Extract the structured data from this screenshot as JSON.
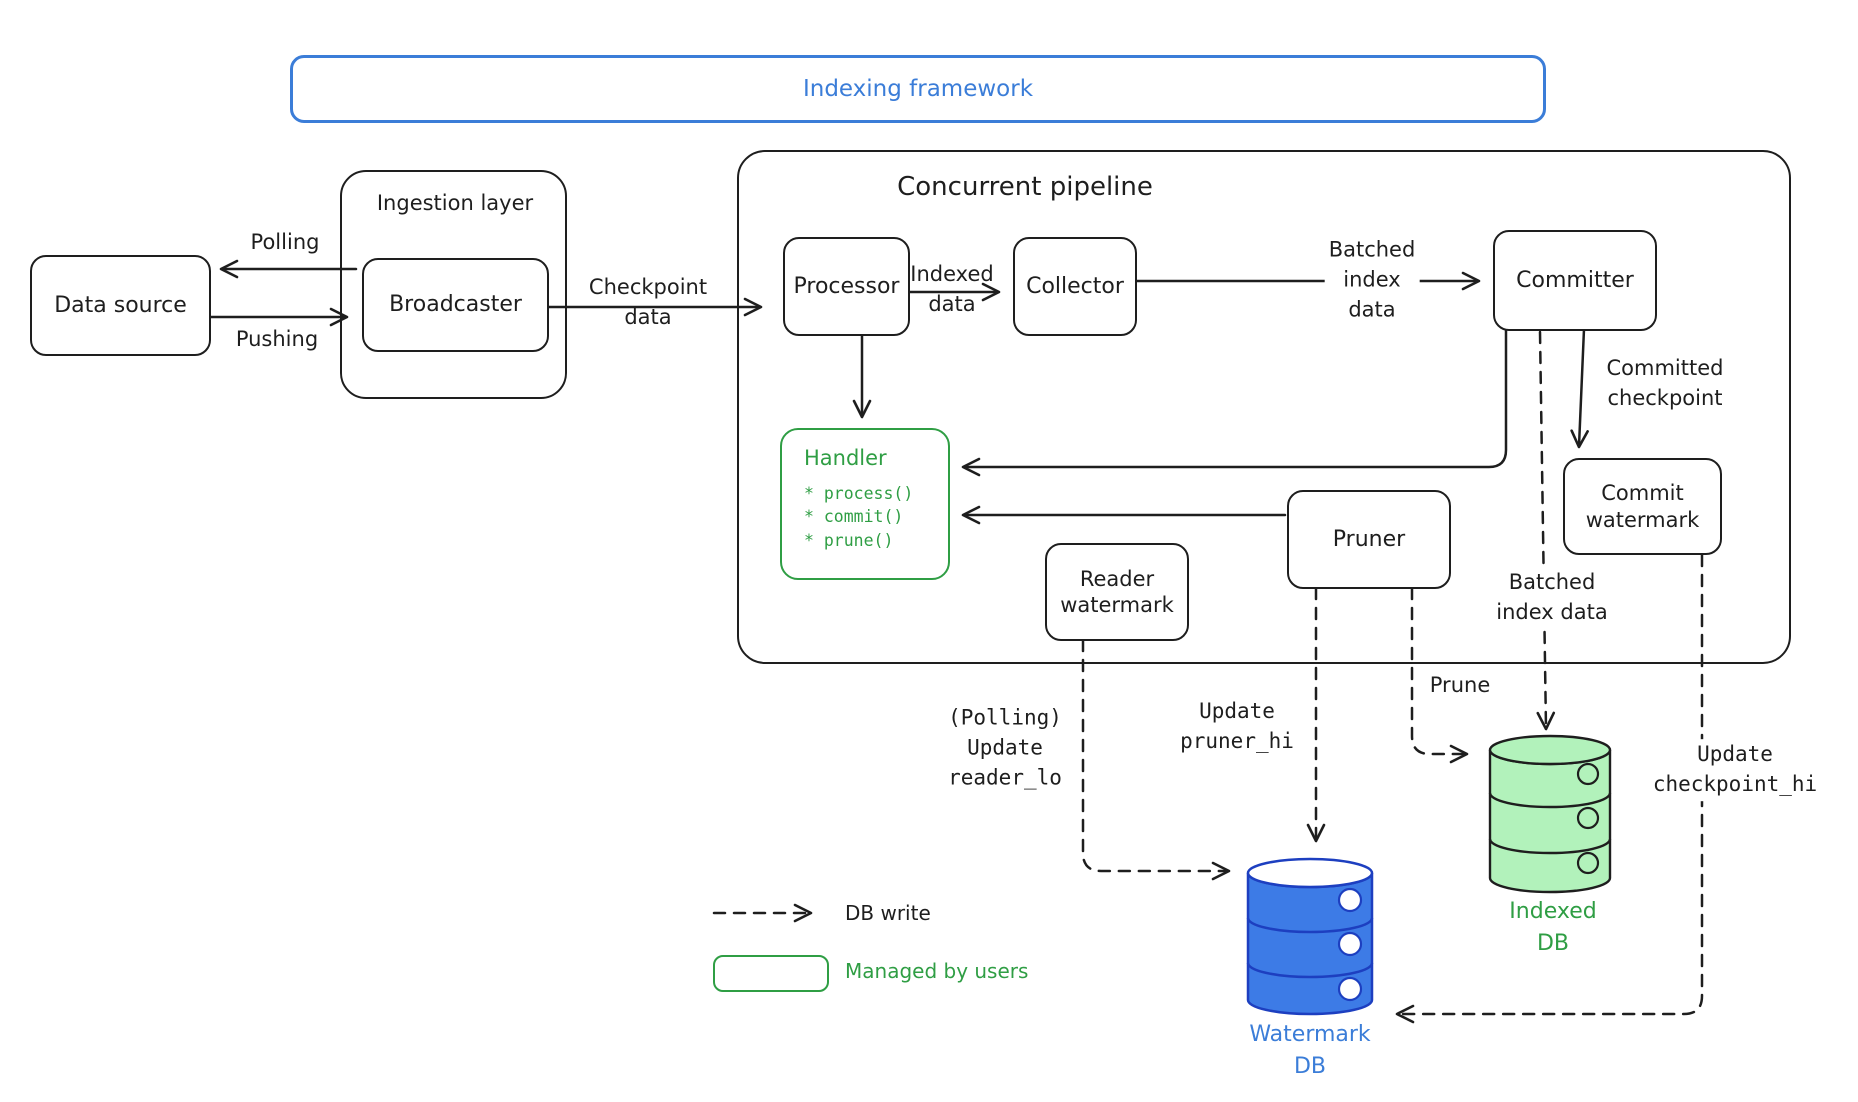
{
  "banner": {
    "title": "Indexing framework"
  },
  "nodes": {
    "data_source": {
      "label": "Data source"
    },
    "ingestion_layer": {
      "label": "Ingestion layer"
    },
    "broadcaster": {
      "label": "Broadcaster"
    },
    "concurrent_pipeline": {
      "label": "Concurrent pipeline"
    },
    "processor": {
      "label": "Processor"
    },
    "collector": {
      "label": "Collector"
    },
    "committer": {
      "label": "Committer"
    },
    "handler": {
      "title": "Handler",
      "methods": [
        "* process()",
        "* commit()",
        "* prune()"
      ]
    },
    "reader_watermark": {
      "label": "Reader\nwatermark"
    },
    "pruner": {
      "label": "Pruner"
    },
    "commit_watermark": {
      "label": "Commit\nwatermark"
    },
    "watermark_db": {
      "label": "Watermark\nDB"
    },
    "indexed_db": {
      "label": "Indexed\nDB"
    }
  },
  "edges": {
    "polling": "Polling",
    "pushing": "Pushing",
    "checkpoint_data": "Checkpoint\ndata",
    "indexed_data": "Indexed\ndata",
    "batched_index_data_top": "Batched\nindex\ndata",
    "committed_checkpoint": "Committed\ncheckpoint",
    "update_reader_lo": "(Polling)\nUpdate\nreader_lo",
    "update_pruner_hi": "Update\npruner_hi",
    "prune": "Prune",
    "batched_index_data_bottom": "Batched\nindex data",
    "update_checkpoint_hi": "Update\ncheckpoint_hi"
  },
  "legend": {
    "db_write": "DB write",
    "managed_by_users": "Managed by users"
  },
  "colors": {
    "ink": "#1e1e1e",
    "blue": "#3b7dd8",
    "blue_cylinder_fill": "#3d7be6",
    "blue_cylinder_stroke": "#1d3fc0",
    "green": "#2f9e44",
    "green_cylinder_fill": "#b2f2bb"
  }
}
